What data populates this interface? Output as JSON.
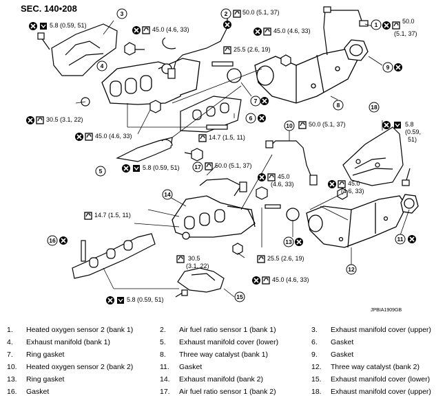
{
  "section": "SEC. 140•208",
  "reference": "JPBIA1909GB",
  "callouts": [
    "1",
    "2",
    "3",
    "4",
    "5",
    "6",
    "7",
    "8",
    "9",
    "10",
    "11",
    "12",
    "13",
    "14",
    "15",
    "16",
    "17",
    "18"
  ],
  "torques": {
    "t1": "50.0",
    "t1b": "(5.1, 37)",
    "t2": "50.0 (5.1, 37)",
    "t3": "5.8 (0.59, 51)",
    "t4": "45.0 (4.6, 33)",
    "t5": "45.0 (4.6, 33)",
    "t6": "25.5 (2.6, 19)",
    "t7": "30.5 (3.1, 22)",
    "t8": "45.0 (4.6, 33)",
    "t9": "14.7 (1.5, 11)",
    "t10": "5.8 (0.59, 51)",
    "t11": "50.0 (5.1, 37)",
    "t12": "5.8",
    "t12b": "(0.59,",
    "t12c": "51)",
    "t13": "50.0 (5.1, 37)",
    "t14": "45.0",
    "t14b": "(4.6, 33)",
    "t15": "45.0",
    "t15b": "(4.6, 33)",
    "t16": "14.7 (1.5, 11)",
    "t17": "30.5",
    "t17b": "(3.1, 22)",
    "t18": "25.5 (2.6, 19)",
    "t19": "45.0 (4.6, 33)",
    "t20": "5.8 (0.59, 51)"
  },
  "legend": [
    {
      "num": "1.",
      "label": "Heated oxygen sensor 2 (bank 1)"
    },
    {
      "num": "2.",
      "label": "Air fuel ratio sensor 1 (bank 1)"
    },
    {
      "num": "3.",
      "label": "Exhaust manifold cover (upper)"
    },
    {
      "num": "4.",
      "label": "Exhaust manifold (bank 1)"
    },
    {
      "num": "5.",
      "label": "Exhaust manifold cover (lower)"
    },
    {
      "num": "6.",
      "label": "Gasket"
    },
    {
      "num": "7.",
      "label": "Ring gasket"
    },
    {
      "num": "8.",
      "label": "Three way catalyst (bank 1)"
    },
    {
      "num": "9.",
      "label": "Gasket"
    },
    {
      "num": "10.",
      "label": "Heated oxygen sensor 2 (bank 2)"
    },
    {
      "num": "11.",
      "label": "Gasket"
    },
    {
      "num": "12.",
      "label": "Three way catalyst (bank 2)"
    },
    {
      "num": "13.",
      "label": "Ring gasket"
    },
    {
      "num": "14.",
      "label": "Exhaust manifold (bank 2)"
    },
    {
      "num": "15.",
      "label": "Exhaust manifold cover (lower)"
    },
    {
      "num": "16.",
      "label": "Gasket"
    },
    {
      "num": "17.",
      "label": "Air fuel ratio sensor 1 (bank 2)"
    },
    {
      "num": "18.",
      "label": "Exhaust manifold cover (upper)"
    }
  ]
}
